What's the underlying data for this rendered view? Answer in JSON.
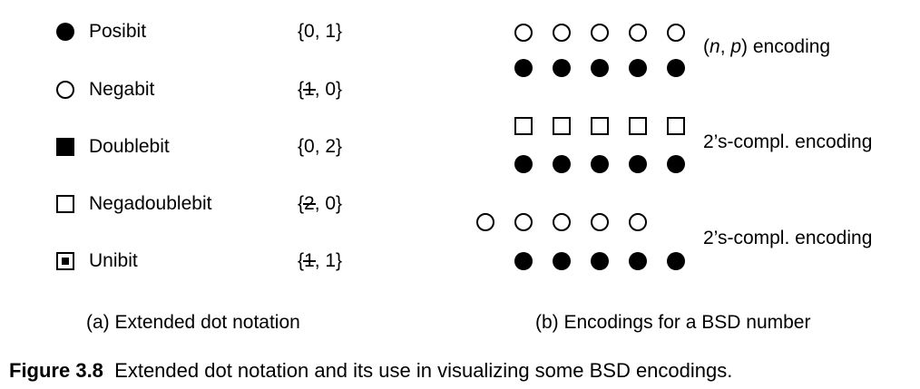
{
  "legend": [
    {
      "symbol": "filled-dot",
      "name": "Posibit",
      "set_open": "{",
      "set_neg": "",
      "set_rest": "0, 1}"
    },
    {
      "symbol": "open-dot",
      "name": "Negabit",
      "set_open": "{",
      "set_neg": "1",
      "set_rest": ", 0}"
    },
    {
      "symbol": "filled-square",
      "name": "Doublebit",
      "set_open": "{",
      "set_neg": "",
      "set_rest": "0, 2}"
    },
    {
      "symbol": "open-square",
      "name": "Negadoublebit",
      "set_open": "{",
      "set_neg": "2",
      "set_rest": ", 0}"
    },
    {
      "symbol": "unibit-square",
      "name": "Unibit",
      "set_open": "{",
      "set_neg": "1",
      "set_rest": ", 1}"
    }
  ],
  "encodings": [
    {
      "top_symbol": "open-dot",
      "bottom_symbol": "filled-dot",
      "count": 5,
      "label_pre": "(",
      "label_n": "n",
      "label_mid": ", ",
      "label_p": "p",
      "label_post": ") encoding"
    },
    {
      "top_symbol": "open-square",
      "bottom_symbol": "filled-dot",
      "count": 5,
      "label": "2’s-compl. encoding"
    },
    {
      "top_symbol": "open-dot",
      "bottom_symbol": "filled-dot",
      "count": 5,
      "label": "2’s-compl. encoding"
    }
  ],
  "captions": {
    "a": "(a)  Extended dot notation",
    "b": "(b)  Encodings for a BSD number"
  },
  "figure": {
    "number": "Figure 3.8",
    "text": "Extended dot notation and its use in visualizing some BSD encodings."
  }
}
